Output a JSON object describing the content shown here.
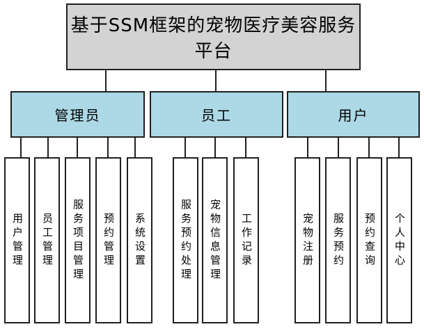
{
  "diagram": {
    "title": "基于SSM框架的宠物医疗美容服务平台",
    "colors": {
      "root_fill": "#d3d3d3",
      "branch_fill": "#add8e6",
      "leaf_fill": "#ffffff",
      "border": "#1f1f1f",
      "line": "#1f1f1f"
    },
    "branches": [
      {
        "label": "管理员",
        "children": [
          "用户管理",
          "员工管理",
          "服务项目管理",
          "预约管理",
          "系统设置"
        ]
      },
      {
        "label": "员工",
        "children": [
          "服务预约处理",
          "宠物信息管理",
          "工作记录"
        ]
      },
      {
        "label": "用户",
        "children": [
          "宠物注册",
          "服务预约",
          "预约查询",
          "个人中心"
        ]
      }
    ]
  }
}
